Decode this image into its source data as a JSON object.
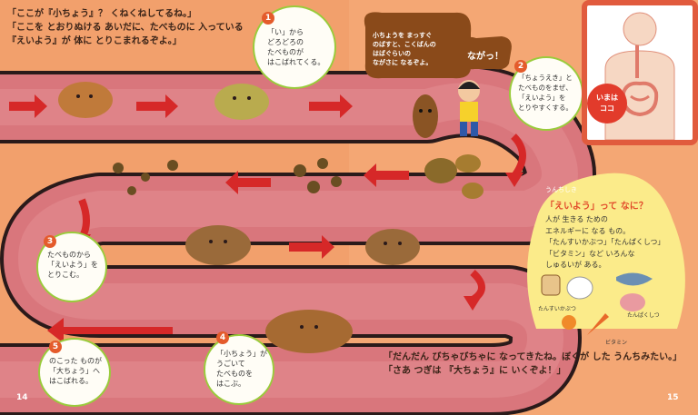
{
  "intro": {
    "line1": "「ここが『小ちょう』？ くねくねしてるね。」",
    "line2": "「ここを とおりぬける あいだに、たべものに 入っている",
    "line3": "『えいよう』が 体に とりこまれるぞよ。」"
  },
  "poop_speech": {
    "line1": "小ちょうを まっすぐ",
    "line2": "のばすと、こくばんの",
    "line3": "はばぐらいの",
    "line4": "ながさに なるぞよ。"
  },
  "boy_speech": "ながっ！",
  "steps": [
    {
      "num": "1",
      "lines": [
        "「い」から",
        "どろどろの",
        "たべものが",
        "はこばれてくる。"
      ]
    },
    {
      "num": "2",
      "lines": [
        "「ちょうえき」と",
        "たべものをまぜ、",
        "「えいよう」を",
        "とりやすくする。"
      ]
    },
    {
      "num": "3",
      "lines": [
        "たべものから",
        "「えいよう」を",
        "とりこむ。"
      ]
    },
    {
      "num": "4",
      "lines": [
        "「小ちょう」が",
        "うごいて",
        "たべものを",
        "はこぶ。"
      ]
    },
    {
      "num": "5",
      "lines": [
        "のこった ものが",
        "「大ちょう」へ",
        "はこばれる。"
      ]
    }
  ],
  "inset": {
    "label_line1": "いまは",
    "label_line2": "ココ"
  },
  "info": {
    "tag": "うんちしき",
    "title": "「えいよう」って なに？",
    "lines": [
      "人が 生きる ための",
      "エネルギーに なる もの。",
      "「たんすいかぶつ」「たんぱくしつ」",
      "「ビタミン」など いろんな",
      "しゅるいが ある。"
    ],
    "food1": "たんすいかぶつ",
    "food2": "たんぱくしつ",
    "food3": "ビタミン"
  },
  "bottom": {
    "line1": "「だんだん びちゃびちゃに なってきたね。ぼくが した うんちみたい。」",
    "line2": "「さあ つぎは 『大ちょう』に いくぞよ！」"
  },
  "pages": {
    "left": "14",
    "right": "15"
  },
  "colors": {
    "intestine": "#d9767c",
    "intestine_edge": "#2a1a1a",
    "arrow": "#d62828",
    "accent": "#9acb3c",
    "number": "#e45b2b"
  }
}
